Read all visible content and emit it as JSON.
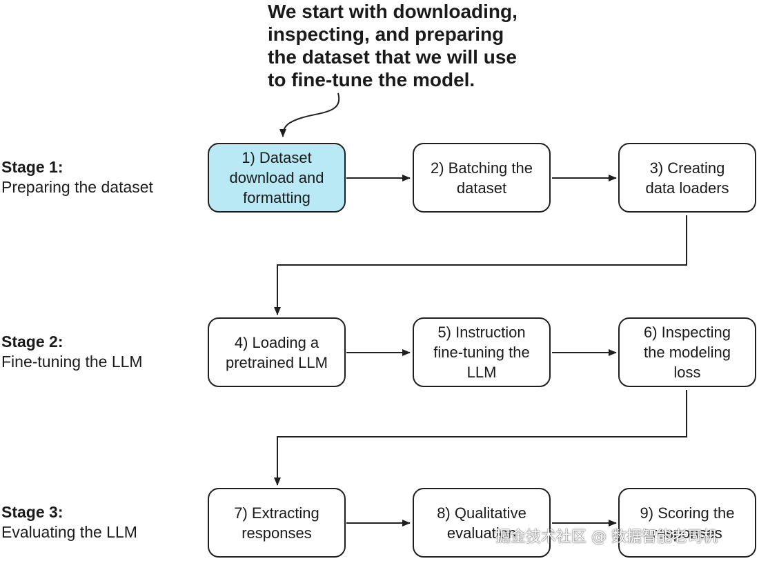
{
  "callout": {
    "lines": [
      "We start with downloading,",
      "inspecting, and preparing",
      "the dataset that we will use",
      "to fine-tune the model."
    ]
  },
  "stages": [
    {
      "title": "Stage 1:",
      "subtitle": "Preparing the dataset"
    },
    {
      "title": "Stage 2:",
      "subtitle": "Fine-tuning the LLM"
    },
    {
      "title": "Stage 3:",
      "subtitle": "Evaluating the LLM"
    }
  ],
  "steps": [
    {
      "lines": [
        "1) Dataset",
        "download and",
        "formatting"
      ],
      "highlighted": true,
      "fill": "#b8e9f5"
    },
    {
      "lines": [
        "2) Batching the",
        "dataset"
      ]
    },
    {
      "lines": [
        "3) Creating",
        "data loaders"
      ]
    },
    {
      "lines": [
        "4) Loading a",
        "pretrained LLM"
      ]
    },
    {
      "lines": [
        "5) Instruction",
        "fine-tuning the",
        "LLM"
      ]
    },
    {
      "lines": [
        "6) Inspecting",
        "the modeling",
        "loss"
      ]
    },
    {
      "lines": [
        "7) Extracting",
        "responses"
      ]
    },
    {
      "lines": [
        "8) Qualitative",
        "evaluation"
      ]
    },
    {
      "lines": [
        "9) Scoring the",
        "responses"
      ]
    }
  ],
  "watermark": "掘金技术社区 @ 数据智能老司机"
}
